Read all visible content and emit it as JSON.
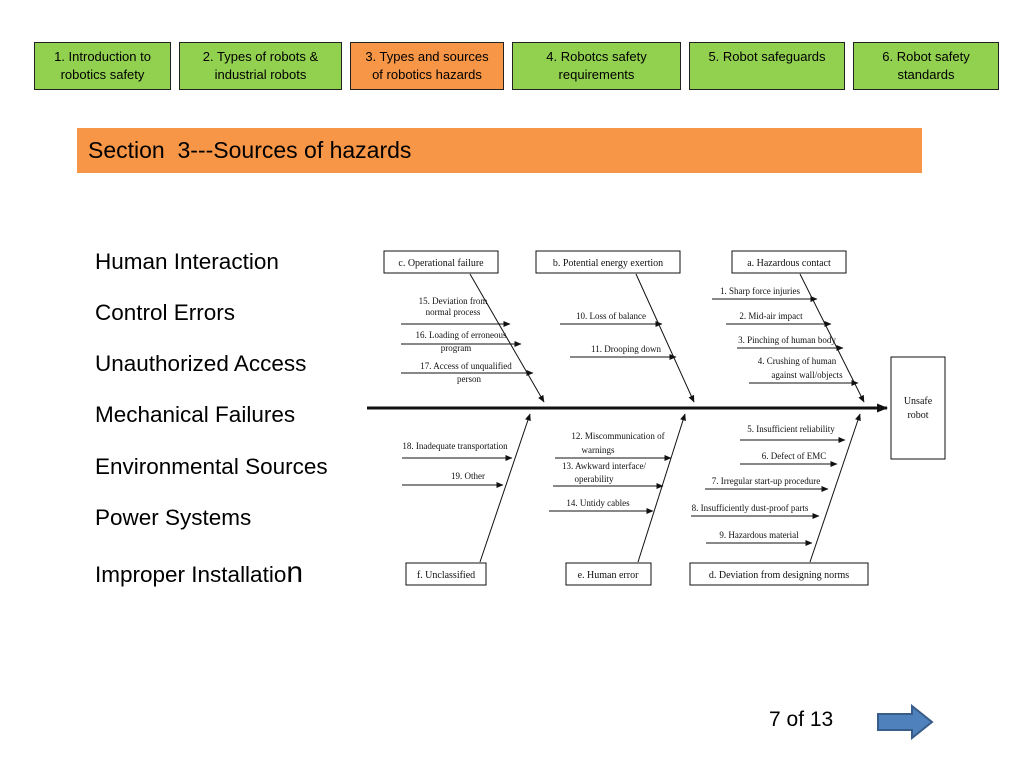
{
  "tabs": [
    {
      "label_line1": "1. Introduction to",
      "label_line2": "robotics safety"
    },
    {
      "label_line1": "2. Types of robots &",
      "label_line2": "industrial robots"
    },
    {
      "label_line1": "3. Types and sources",
      "label_line2": "of robotics hazards"
    },
    {
      "label_line1": "4. Robotcs safety",
      "label_line2": "requirements"
    },
    {
      "label_line1": "5. Robot safeguards",
      "label_line2": ""
    },
    {
      "label_line1": "6. Robot safety",
      "label_line2": "standards"
    }
  ],
  "section_title": "Section  3---Sources of hazards",
  "sources": [
    "Human Interaction",
    "Control Errors",
    "Unauthorized Access",
    "Mechanical Failures",
    "Environmental Sources",
    "Power Systems",
    "Improper Installatio"
  ],
  "last_source_tail": "n",
  "diagram": {
    "effect": {
      "line1": "Unsafe",
      "line2": "robot"
    },
    "categories": {
      "a": "a. Hazardous contact",
      "b": "b. Potential energy exertion",
      "c": "c. Operational failure",
      "d": "d. Deviation from designing norms",
      "e": "e. Human error",
      "f": "f. Unclassified"
    },
    "causes": {
      "c15_1": "15. Deviation from",
      "c15_2": "normal process",
      "c16_1": "16. Loading of erroneous",
      "c16_2": "program",
      "c17_1": "17. Access of unqualified",
      "c17_2": "person",
      "c10": "10. Loss of balance",
      "c11": "11. Drooping down",
      "c1": "1. Sharp force injuries",
      "c2": "2. Mid-air impact",
      "c3": "3. Pinching of human body",
      "c4_1": "4. Crushing of human",
      "c4_2": "against wall/objects",
      "c18": "18. Inadequate transportation",
      "c19": "19. Other",
      "c12_1": "12. Miscommunication of",
      "c12_2": "warnings",
      "c13_1": "13. Awkward interface/",
      "c13_2": "operability",
      "c14": "14. Untidy cables",
      "c5": "5. Insufficient reliability",
      "c6": "6. Defect of EMC",
      "c7": "7. Irregular start-up procedure",
      "c8": "8. Insufficiently dust-proof parts",
      "c9": "9. Hazardous material"
    }
  },
  "page_indicator": "7 of 13",
  "colors": {
    "tab_green": "#92d050",
    "tab_orange": "#f79646",
    "section_bar": "#f79646",
    "nav_arrow": "#4f81bd"
  }
}
